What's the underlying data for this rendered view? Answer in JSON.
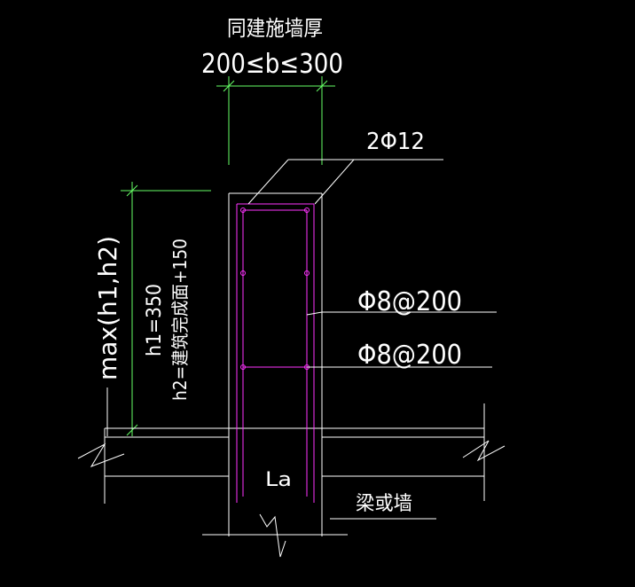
{
  "labels": {
    "top_title": "同建施墙厚",
    "top_range": "200≤b≤300",
    "top_rebar": "2Φ12",
    "stirrup_1": "Φ8@200",
    "stirrup_2": "Φ8@200",
    "height_max": "max(h1,h2)",
    "h1": "h1=350",
    "h2": "h2=建筑完成面+150",
    "anchorage": "La",
    "beam_or_wall": "梁或墙"
  },
  "colors": {
    "background": "#000000",
    "outline": "#ffffff",
    "dimension": "#66ff66",
    "rebar": "#ff33ff"
  }
}
